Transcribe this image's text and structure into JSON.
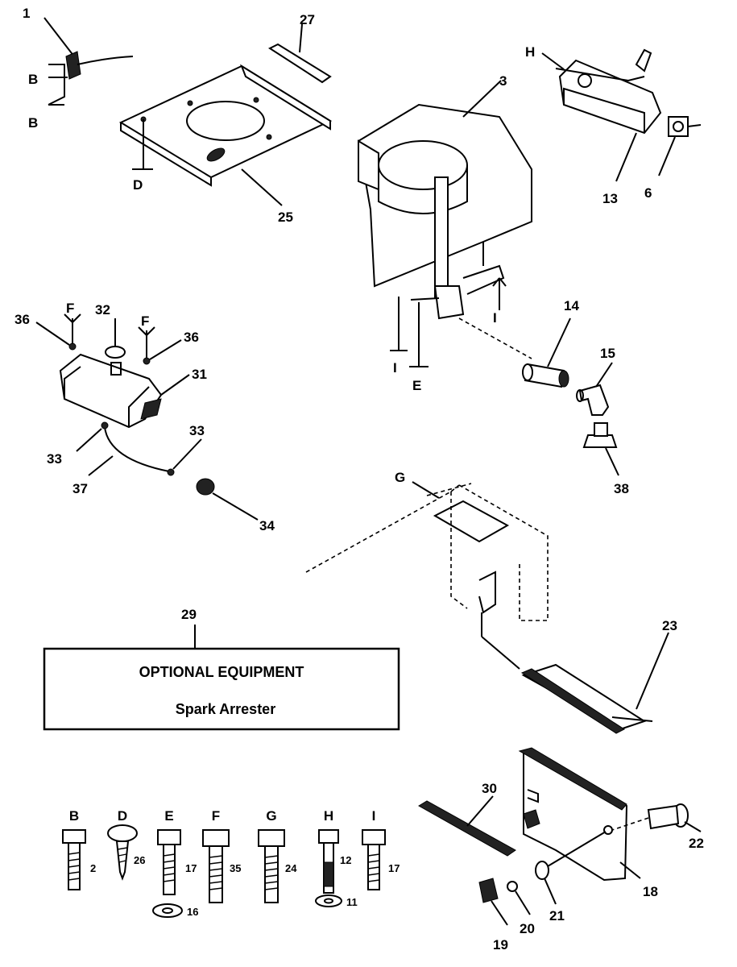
{
  "callouts": {
    "c1": "1",
    "c27": "27",
    "c3": "3",
    "c25": "25",
    "c13": "13",
    "c6": "6",
    "c36a": "36",
    "c32": "32",
    "c36b": "36",
    "c31": "31",
    "c33a": "33",
    "c33b": "33",
    "c37": "37",
    "c34": "34",
    "c14": "14",
    "c15": "15",
    "c38": "38",
    "c23": "23",
    "c29": "29",
    "c30": "30",
    "c22": "22",
    "c18": "18",
    "c21": "21",
    "c20": "20",
    "c19": "19"
  },
  "letters": {
    "b1": "B",
    "b2": "B",
    "d": "D",
    "h": "H",
    "f1": "F",
    "f2": "F",
    "i1": "I",
    "i2": "I",
    "e": "E",
    "g": "G"
  },
  "optional_box": {
    "title": "OPTIONAL EQUIPMENT",
    "subtitle": "Spark Arrester"
  },
  "fasteners": [
    {
      "letter": "B",
      "part": "2"
    },
    {
      "letter": "D",
      "part": "26"
    },
    {
      "letter": "E",
      "part": "17",
      "washer": "16"
    },
    {
      "letter": "F",
      "part": "35"
    },
    {
      "letter": "G",
      "part": "24"
    },
    {
      "letter": "H",
      "part": "12",
      "washer": "11"
    },
    {
      "letter": "I",
      "part": "17"
    }
  ]
}
